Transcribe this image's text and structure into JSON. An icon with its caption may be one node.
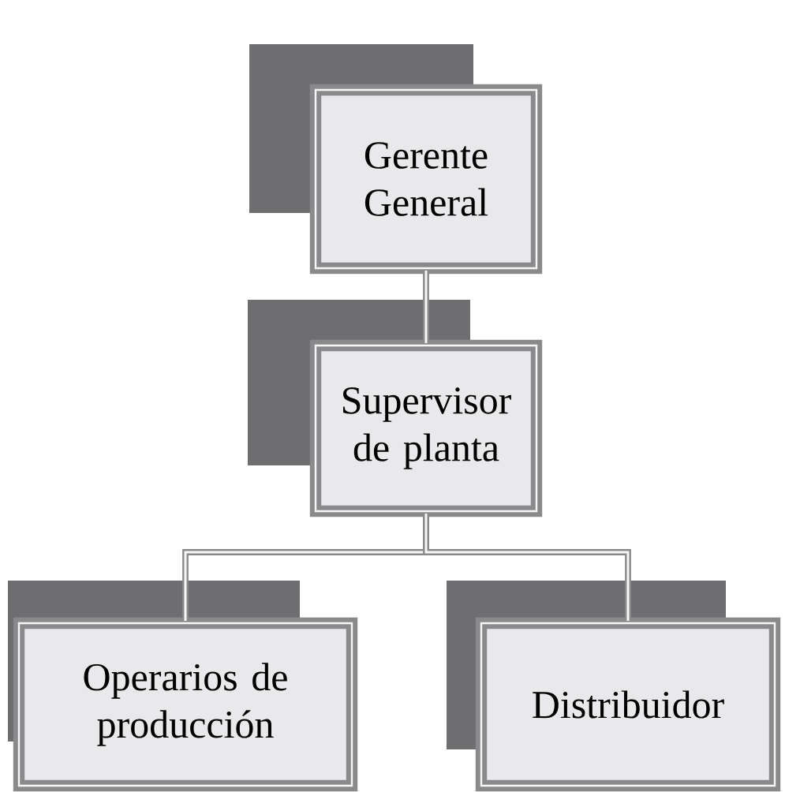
{
  "diagram": {
    "nodes": [
      {
        "text": [
          "Gerente General"
        ]
      },
      {
        "text": [
          "Supervisor de planta"
        ]
      },
      {
        "text": [
          "Operarios de producción"
        ]
      },
      {
        "text": [
          "Distribuidor"
        ]
      }
    ],
    "edges": [
      {
        "from": 0,
        "to": 1,
        "arrow": "none"
      },
      {
        "from": 1,
        "to": 2,
        "arrow": "none"
      },
      {
        "from": 1,
        "to": 3,
        "arrow": "none"
      }
    ]
  }
}
